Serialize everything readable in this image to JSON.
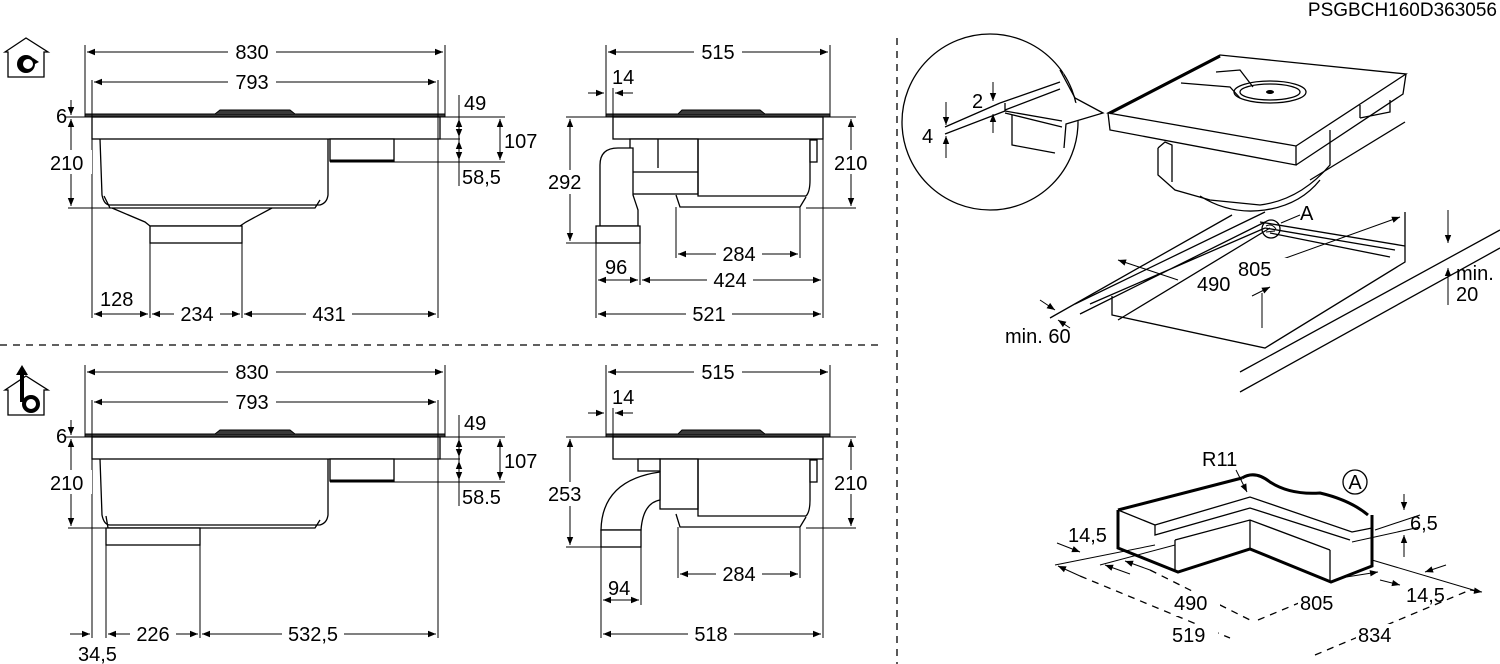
{
  "document": {
    "product_code": "PSGBCH160D363056"
  },
  "icons": {
    "recirculation": "recirculation-mode-icon",
    "extraction": "extraction-mode-icon"
  },
  "recirculation_mode": {
    "front_view": {
      "width_overall": "830",
      "width_body": "793",
      "glass_thickness": "6",
      "depth_body": "210",
      "top_dim": "49",
      "total_dim": "107",
      "bottom_dim": "58,5",
      "offset_left": "128",
      "outlet_width": "234",
      "offset_right": "431"
    },
    "side_view": {
      "depth_overall": "515",
      "edge_offset": "14",
      "total_height": "292",
      "body_height": "210",
      "tray_width": "284",
      "duct_width": "96",
      "body_width": "424",
      "total_width": "521"
    }
  },
  "extraction_mode": {
    "front_view": {
      "width_overall": "830",
      "width_body": "793",
      "glass_thickness": "6",
      "depth_body": "210",
      "top_dim": "49",
      "total_dim": "107",
      "bottom_dim": "58.5",
      "offset_left": "34,5",
      "outlet_width": "226",
      "offset_right": "532,5"
    },
    "side_view": {
      "depth_overall": "515",
      "edge_offset": "14",
      "total_height": "253",
      "body_height": "210",
      "tray_width": "284",
      "duct_width": "94",
      "total_width": "518"
    }
  },
  "installation": {
    "detail": {
      "recess_depth": "2",
      "frame_height": "4"
    },
    "cutout": {
      "label_a": "A",
      "depth": "490",
      "width": "805",
      "min_front": "min. 60",
      "min_below_line1": "min.",
      "min_below_line2": "20"
    },
    "detail_a": {
      "label_a": "A",
      "radius": "R11",
      "rebate_left": "14,5",
      "rebate_depth": "6,5",
      "rebate_right": "14,5",
      "inner_depth": "490",
      "inner_width": "805",
      "outer_depth": "519",
      "outer_width": "834"
    }
  }
}
